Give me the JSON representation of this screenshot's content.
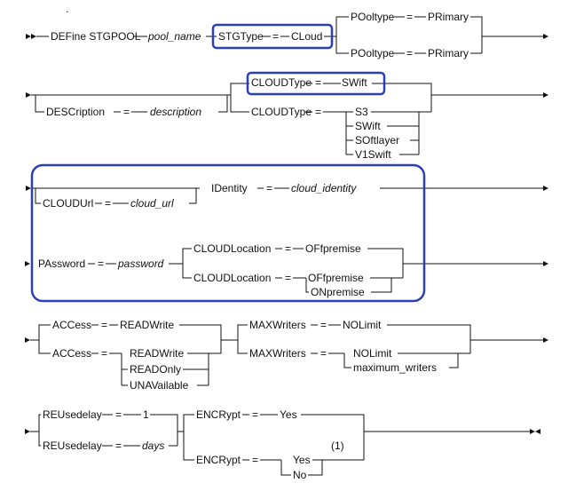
{
  "fragments": {
    "define": {
      "command": "DEFine STGPOOL",
      "pool_name": "pool_name",
      "stgtype_kw": "STGType",
      "stgtype_val": "CLoud",
      "pooltype_kw": "POoltype",
      "pooltype_val": "PRimary"
    },
    "description": {
      "kw": "DESCription",
      "val": "description"
    },
    "cloudtype": {
      "kw": "CLOUDType",
      "selected": "SWift",
      "options": [
        "S3",
        "SWift",
        "SOftlayer",
        "V1Swift"
      ]
    },
    "cloudurl": {
      "kw": "CLOUDUrl",
      "val": "cloud_url",
      "identity_kw": "IDentity",
      "identity_val": "cloud_identity"
    },
    "password": {
      "kw": "PAssword",
      "val": "password",
      "location_kw": "CLOUDLocation",
      "location_default": "OFfpremise",
      "location_options": [
        "OFfpremise",
        "ONpremise"
      ]
    },
    "access": {
      "kw": "ACCess",
      "default": "READWrite",
      "options": [
        "READWrite",
        "READOnly",
        "UNAVailable"
      ]
    },
    "maxwriters": {
      "kw": "MAXWriters",
      "default": "NOLimit",
      "options": [
        "NOLimit",
        "maximum_writers"
      ]
    },
    "reusedelay": {
      "kw": "REUsedelay",
      "default": "1",
      "val": "days"
    },
    "encrypt": {
      "kw": "ENCRypt",
      "default": "Yes",
      "options": [
        "Yes",
        "No"
      ],
      "footnote": "(1)"
    }
  },
  "symbols": {
    "equals": "=",
    "dot": "."
  }
}
